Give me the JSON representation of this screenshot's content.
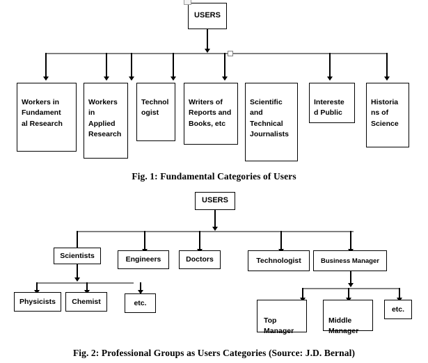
{
  "figure1": {
    "caption": "Fig. 1: Fundamental Categories of Users",
    "root": {
      "label": "USERS"
    },
    "children": [
      {
        "label": "Workers  in\nFundament\nal Research"
      },
      {
        "label": "Workers\nin\nApplied\nResearch"
      },
      {
        "label": "Technol\nogist"
      },
      {
        "label": "Writers of\nReports and\nBooks, etc"
      },
      {
        "label": "Scientific\nand\nTechnical\nJournalists"
      },
      {
        "label": "Intereste\nd Public"
      },
      {
        "label": "Historia\nns of\nScience"
      }
    ]
  },
  "figure2": {
    "caption": "Fig. 2: Professional Groups as Users Categories (Source: J.D. Bernal)",
    "root": {
      "label": "USERS"
    },
    "children": [
      {
        "label": "Scientists"
      },
      {
        "label": "Engineers"
      },
      {
        "label": "Doctors"
      },
      {
        "label": "Technologist"
      },
      {
        "label": "Business Manager"
      }
    ],
    "scientists_children": [
      {
        "label": "Physicists"
      },
      {
        "label": "Chemist"
      },
      {
        "label": "etc."
      }
    ],
    "business_manager_children": [
      {
        "label": "Top\nManager"
      },
      {
        "label": "Middle\nManager"
      },
      {
        "label": "etc."
      }
    ]
  },
  "colors": {
    "box_border": "#000000",
    "bus_line": "#7f7f7f",
    "drop_line": "#000000",
    "text": "#000000",
    "background": "#ffffff"
  }
}
